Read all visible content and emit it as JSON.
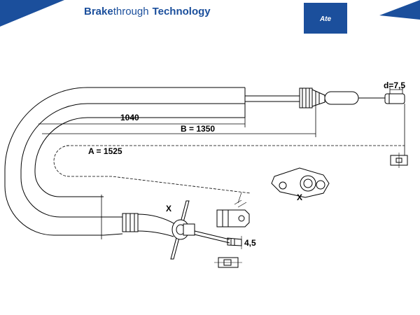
{
  "header": {
    "brand_bold": "Brake",
    "brand_regular": "through",
    "brand_suffix": "Technology",
    "logo_text": "Ate",
    "brand_color": "#1b4f9c"
  },
  "drawing": {
    "dim_1040": "1040",
    "dim_b": "B = 1350",
    "dim_a": "A = 1525",
    "dim_d": "d=7,5",
    "dim_45": "4,5",
    "detail_label": "X",
    "section_label": "X",
    "line_color": "#000000"
  }
}
